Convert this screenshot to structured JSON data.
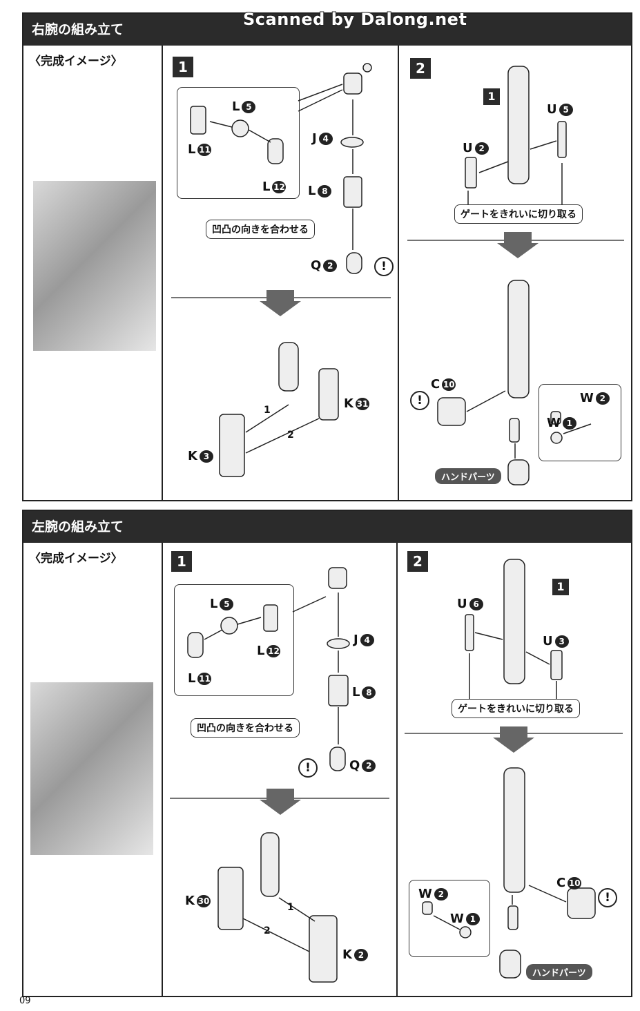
{
  "watermark": "Scanned by Dalong.net",
  "right_arm": {
    "title": "右腕の組み立て",
    "image_label": "〈完成イメージ〉",
    "step1": {
      "num": "1",
      "parts": {
        "l5": {
          "letter": "L",
          "num": "5"
        },
        "l11": {
          "letter": "L",
          "num": "11"
        },
        "l12": {
          "letter": "L",
          "num": "12"
        },
        "j4": {
          "letter": "J",
          "num": "4"
        },
        "l8": {
          "letter": "L",
          "num": "8"
        },
        "q2": {
          "letter": "Q",
          "num": "2"
        },
        "k31": {
          "letter": "K",
          "num": "31"
        },
        "k3": {
          "letter": "K",
          "num": "3"
        }
      },
      "callout": "凹凸の向きを合わせる",
      "order": [
        "1",
        "2"
      ]
    },
    "step2": {
      "num": "2",
      "sub_num": "1",
      "parts": {
        "u5": {
          "letter": "U",
          "num": "5"
        },
        "u2": {
          "letter": "U",
          "num": "2"
        },
        "c10": {
          "letter": "C",
          "num": "10"
        },
        "w2": {
          "letter": "W",
          "num": "2"
        },
        "w1": {
          "letter": "W",
          "num": "1"
        }
      },
      "callout": "ゲートをきれいに切り取る",
      "hand_label": "ハンドパーツ"
    }
  },
  "left_arm": {
    "title": "左腕の組み立て",
    "image_label": "〈完成イメージ〉",
    "step1": {
      "num": "1",
      "parts": {
        "l5": {
          "letter": "L",
          "num": "5"
        },
        "l11": {
          "letter": "L",
          "num": "11"
        },
        "l12": {
          "letter": "L",
          "num": "12"
        },
        "j4": {
          "letter": "J",
          "num": "4"
        },
        "l8": {
          "letter": "L",
          "num": "8"
        },
        "q2": {
          "letter": "Q",
          "num": "2"
        },
        "k30": {
          "letter": "K",
          "num": "30"
        },
        "k2": {
          "letter": "K",
          "num": "2"
        }
      },
      "callout": "凹凸の向きを合わせる",
      "order": [
        "1",
        "2"
      ]
    },
    "step2": {
      "num": "2",
      "sub_num": "1",
      "parts": {
        "u6": {
          "letter": "U",
          "num": "6"
        },
        "u3": {
          "letter": "U",
          "num": "3"
        },
        "c10": {
          "letter": "C",
          "num": "10"
        },
        "w2": {
          "letter": "W",
          "num": "2"
        },
        "w1": {
          "letter": "W",
          "num": "1"
        }
      },
      "callout": "ゲートをきれいに切り取る",
      "hand_label": "ハンドパーツ"
    }
  },
  "warning_glyph": "!",
  "page_number": "09"
}
